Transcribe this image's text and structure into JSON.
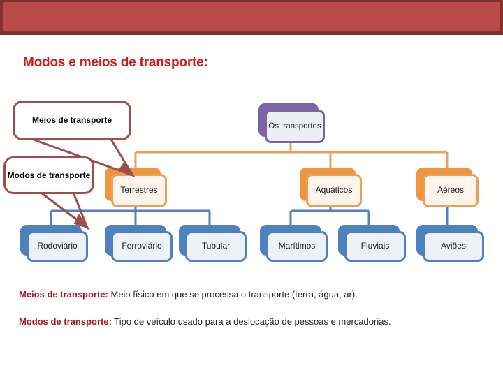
{
  "slide": {
    "title": "Modos e meios de transporte:",
    "title_color": "#d2191b",
    "banner_color": "#b94a48",
    "banner_border_color": "#7e3331"
  },
  "diagram": {
    "root": {
      "label": "Os transportes",
      "color": "#7c63a3"
    },
    "level1": [
      {
        "label": "Terrestres",
        "color": "#f0953f"
      },
      {
        "label": "Aquáticos",
        "color": "#f0953f"
      },
      {
        "label": "Aéreos",
        "color": "#f0953f"
      }
    ],
    "level2": [
      {
        "label": "Rodoviário",
        "color": "#4e81bd"
      },
      {
        "label": "Ferroviário",
        "color": "#4e81bd"
      },
      {
        "label": "Tubular",
        "color": "#4e81bd"
      },
      {
        "label": "Marítimos",
        "color": "#4e81bd"
      },
      {
        "label": "Fluviais",
        "color": "#4e81bd"
      },
      {
        "label": "Aviões",
        "color": "#4e81bd"
      }
    ],
    "callouts": [
      {
        "label": "Meios de transporte",
        "color": "#9e4f4b"
      },
      {
        "label": "Modos de transporte",
        "color": "#9e4f4b"
      }
    ]
  },
  "definitions": [
    {
      "term": "Meios de transporte:",
      "description": "Meio físico em que se processa o transporte (terra, água, ar)."
    },
    {
      "term": "Modos de transporte:",
      "description": "Tipo de veículo usado para a deslocação de pessoas e mercadorias."
    }
  ]
}
